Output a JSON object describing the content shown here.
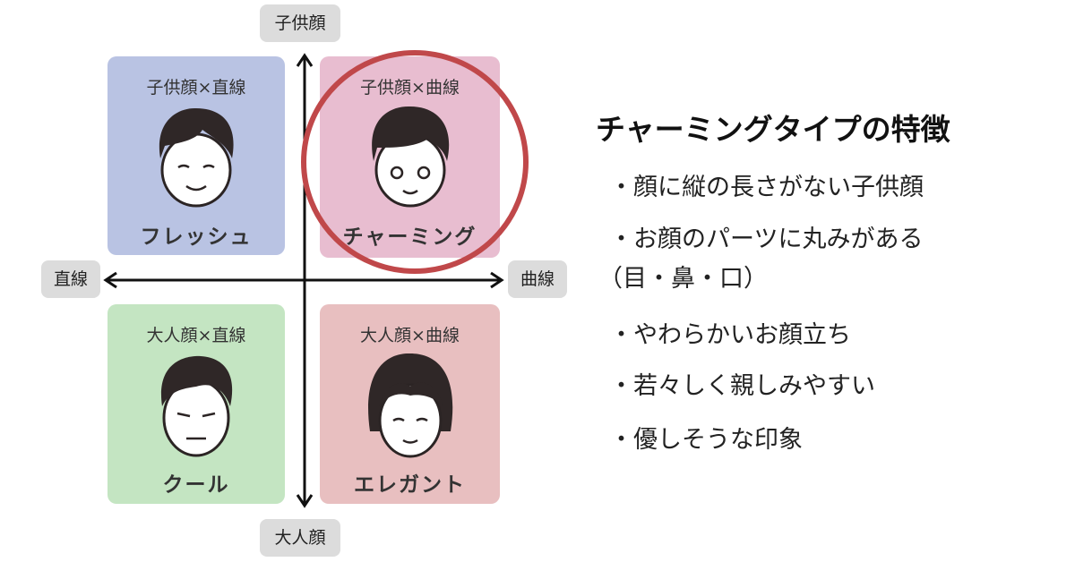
{
  "axes": {
    "top": "子供顔",
    "bottom": "大人顔",
    "left": "直線",
    "right": "曲線"
  },
  "quadrants": [
    {
      "title": "子供顔×直線",
      "name": "フレッシュ",
      "color": "#b9c3e3"
    },
    {
      "title": "子供顔×曲線",
      "name": "チャーミング",
      "color": "#e8bdd0",
      "highlighted": true
    },
    {
      "title": "大人顔×直線",
      "name": "クール",
      "color": "#c4e5c2"
    },
    {
      "title": "大人顔×曲線",
      "name": "エレガント",
      "color": "#e8bfc0"
    }
  ],
  "highlight_color": "#c0484a",
  "panel": {
    "title": "チャーミングタイプの特徴",
    "bullets": [
      "・顔に縦の長さがない子供顔",
      "・お顔のパーツに丸みがある",
      "（目・鼻・口）",
      "・やわらかいお顔立ち",
      "・若々しく親しみやすい",
      "・優しそうな印象"
    ]
  }
}
